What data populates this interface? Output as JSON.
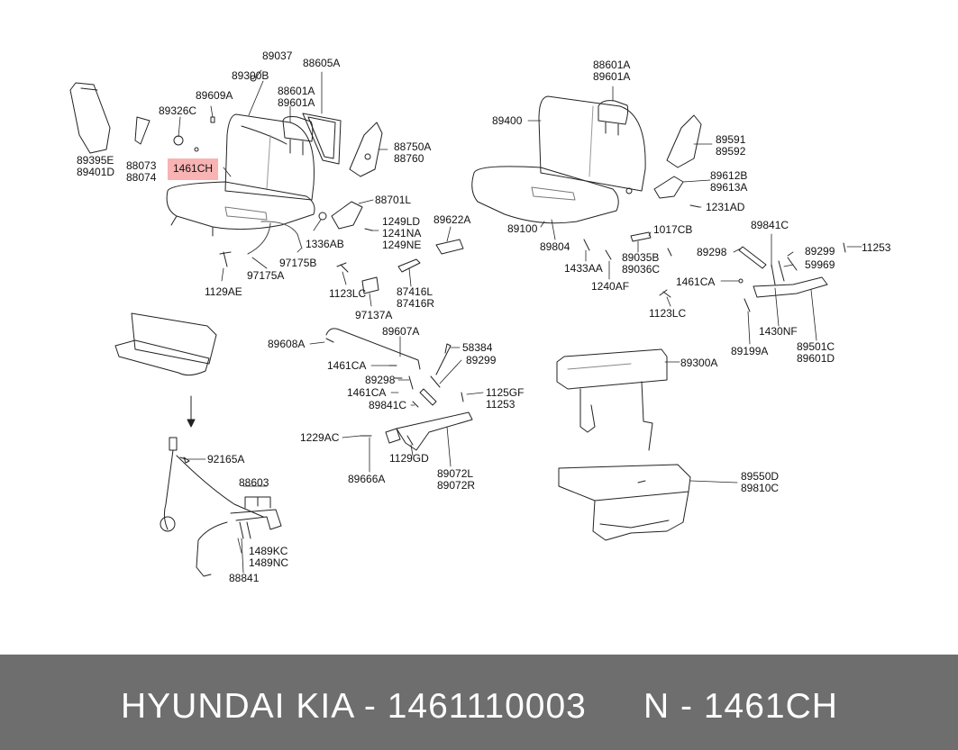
{
  "highlight_color": "#f7a6a6",
  "footer": {
    "brand": "HYUNDAI  KIA - 1461110003",
    "part": "N - 1461CH"
  },
  "labels": [
    {
      "id": "c89037",
      "lines": [
        "89037"
      ]
    },
    {
      "id": "c88605a",
      "lines": [
        "88605A"
      ]
    },
    {
      "id": "c89300b",
      "lines": [
        "89300B"
      ]
    },
    {
      "id": "c88601a_l",
      "lines": [
        "88601A",
        "89601A"
      ]
    },
    {
      "id": "c89609a",
      "lines": [
        "89609A"
      ]
    },
    {
      "id": "c89326c",
      "lines": [
        "89326C"
      ]
    },
    {
      "id": "c89395e",
      "lines": [
        "89395E",
        "89401D"
      ]
    },
    {
      "id": "c88073",
      "lines": [
        "88073",
        "88074"
      ]
    },
    {
      "id": "c1461ch",
      "lines": [
        "1461CH"
      ]
    },
    {
      "id": "c88750a",
      "lines": [
        "88750A",
        "88760"
      ]
    },
    {
      "id": "c88701l",
      "lines": [
        "88701L"
      ]
    },
    {
      "id": "c1249ld",
      "lines": [
        "1249LD",
        "1241NA",
        "1249NE"
      ]
    },
    {
      "id": "c89622a",
      "lines": [
        "89622A"
      ]
    },
    {
      "id": "c1336ab",
      "lines": [
        "1336AB"
      ]
    },
    {
      "id": "c97175b",
      "lines": [
        "97175B"
      ]
    },
    {
      "id": "c97175a",
      "lines": [
        "97175A"
      ]
    },
    {
      "id": "c1129ae",
      "lines": [
        "1129AE"
      ]
    },
    {
      "id": "c1123lc_l",
      "lines": [
        "1123LC"
      ]
    },
    {
      "id": "c87416l",
      "lines": [
        "87416L",
        "87416R"
      ]
    },
    {
      "id": "c97137a",
      "lines": [
        "97137A"
      ]
    },
    {
      "id": "c88601a_r",
      "lines": [
        "88601A",
        "89601A"
      ]
    },
    {
      "id": "c89400",
      "lines": [
        "89400"
      ]
    },
    {
      "id": "c89591",
      "lines": [
        "89591",
        "89592"
      ]
    },
    {
      "id": "c89612b",
      "lines": [
        "89612B",
        "89613A"
      ]
    },
    {
      "id": "c1231ad",
      "lines": [
        "1231AD"
      ]
    },
    {
      "id": "c89100",
      "lines": [
        "89100"
      ]
    },
    {
      "id": "c89804",
      "lines": [
        "89804"
      ]
    },
    {
      "id": "c1017cb",
      "lines": [
        "1017CB"
      ]
    },
    {
      "id": "c1433aa",
      "lines": [
        "1433AA"
      ]
    },
    {
      "id": "c89035b",
      "lines": [
        "89035B",
        "89036C"
      ]
    },
    {
      "id": "c1240af",
      "lines": [
        "1240AF"
      ]
    },
    {
      "id": "c89841c_r",
      "lines": [
        "89841C"
      ]
    },
    {
      "id": "c89298_r",
      "lines": [
        "89298"
      ]
    },
    {
      "id": "c89299_r",
      "lines": [
        "89299"
      ]
    },
    {
      "id": "c11253_r",
      "lines": [
        "11253"
      ]
    },
    {
      "id": "c59969",
      "lines": [
        "59969"
      ]
    },
    {
      "id": "c1461ca_r",
      "lines": [
        "1461CA"
      ]
    },
    {
      "id": "c1123lc_r",
      "lines": [
        "1123LC"
      ]
    },
    {
      "id": "c1430nf",
      "lines": [
        "1430NF"
      ]
    },
    {
      "id": "c89199a",
      "lines": [
        "89199A"
      ]
    },
    {
      "id": "c89501c",
      "lines": [
        "89501C",
        "89601D"
      ]
    },
    {
      "id": "c89608a",
      "lines": [
        "89608A"
      ]
    },
    {
      "id": "c89607a",
      "lines": [
        "89607A"
      ]
    },
    {
      "id": "c58384",
      "lines": [
        "58384"
      ]
    },
    {
      "id": "c89299_m",
      "lines": [
        "89299"
      ]
    },
    {
      "id": "c1461ca_m1",
      "lines": [
        "1461CA"
      ]
    },
    {
      "id": "c89298_m",
      "lines": [
        "89298"
      ]
    },
    {
      "id": "c1461ca_m2",
      "lines": [
        "1461CA"
      ]
    },
    {
      "id": "c1125gf",
      "lines": [
        "1125GF",
        "11253"
      ]
    },
    {
      "id": "c89841c_m",
      "lines": [
        "89841C"
      ]
    },
    {
      "id": "c1229ac",
      "lines": [
        "1229AC"
      ]
    },
    {
      "id": "c1129gd",
      "lines": [
        "1129GD"
      ]
    },
    {
      "id": "c89666a",
      "lines": [
        "89666A"
      ]
    },
    {
      "id": "c89072l",
      "lines": [
        "89072L",
        "89072R"
      ]
    },
    {
      "id": "c89300a",
      "lines": [
        "89300A"
      ]
    },
    {
      "id": "c92165a",
      "lines": [
        "92165A"
      ]
    },
    {
      "id": "c88603",
      "lines": [
        "88603"
      ]
    },
    {
      "id": "c1489kc",
      "lines": [
        "1489KC",
        "1489NC"
      ]
    },
    {
      "id": "c88841",
      "lines": [
        "88841"
      ]
    },
    {
      "id": "c89550d",
      "lines": [
        "89550D",
        "89810C"
      ]
    }
  ]
}
